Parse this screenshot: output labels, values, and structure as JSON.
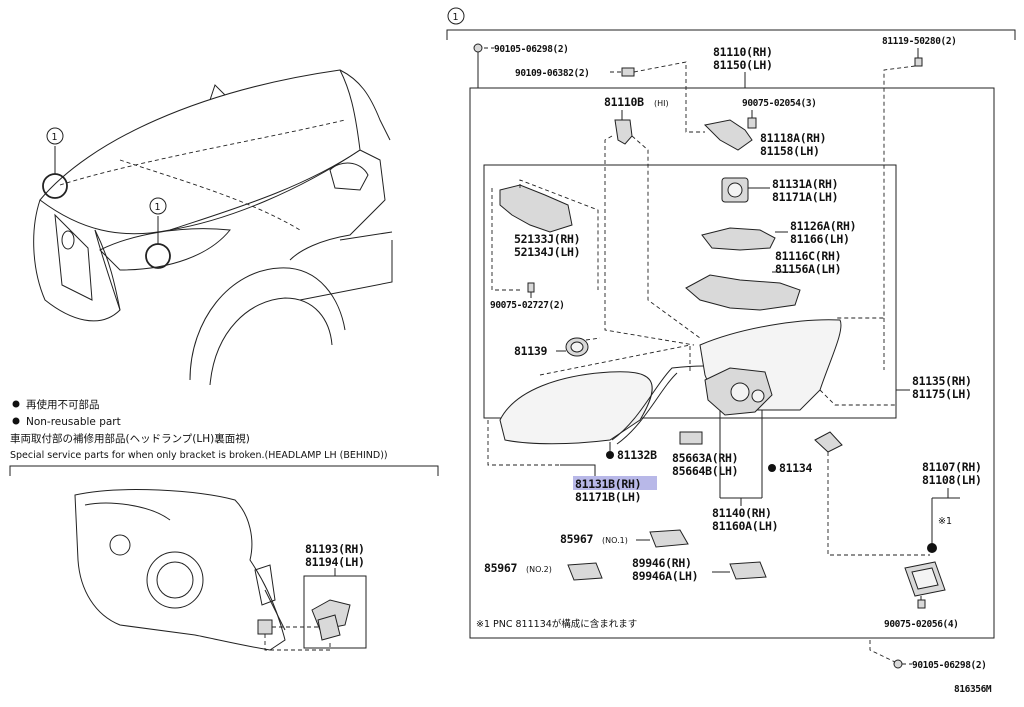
{
  "callout_marker": "1",
  "left_section": {
    "legend": {
      "non_reusable_ja": "再使用不可部品",
      "non_reusable_en": "Non-reusable part",
      "special_ja": "車両取付部の補修用部品(ヘッドランプ(LH)裏面視)",
      "special_en": "Special service parts for when only bracket is broken.(HEADLAMP LH (BEHIND))"
    },
    "bracket_parts": [
      "81193(RH)",
      "81194(LH)"
    ]
  },
  "right_section": {
    "parts": {
      "p90105_top": "90105-06298(2)",
      "p90109": "90109-06382(2)",
      "p81110_rh": "81110(RH)",
      "p81150_lh": "81150(LH)",
      "p81119": "81119-50280(2)",
      "p81110b": "81110B",
      "p81110b_note": "(HI)",
      "p90075_02054": "90075-02054(3)",
      "p81118a": "81118A(RH)",
      "p81158": "81158(LH)",
      "p81131a": "81131A(RH)",
      "p81171a": "81171A(LH)",
      "p52133j": "52133J(RH)",
      "p52134j": "52134J(LH)",
      "p81126a": "81126A(RH)",
      "p81166": "81166(LH)",
      "p81116c": "81116C(RH)",
      "p81156a": "81156A(LH)",
      "p90075_02727": "90075-02727(2)",
      "p81139": "81139",
      "p81135": "81135(RH)",
      "p81175": "81175(LH)",
      "p81132b": "81132B",
      "p85663a": "85663A(RH)",
      "p85664b": "85664B(LH)",
      "p81134": "81134",
      "p81131b": "81131B(RH)",
      "p81171b": "81171B(LH)",
      "p81107": "81107(RH)",
      "p81108": "81108(LH)",
      "p81140": "81140(RH)",
      "p81160a": "81160A(LH)",
      "mark1": "※1",
      "p85967_no1": "85967",
      "p85967_no1_note": "(NO.1)",
      "p85967_no2": "85967",
      "p85967_no2_note": "(NO.2)",
      "p89946": "89946(RH)",
      "p89946a": "89946A(LH)",
      "p90075_02056": "90075-02056(4)",
      "p90105_bottom": "90105-06298(2)"
    },
    "footnote": "※1 PNC 811134が構成に含まれます"
  },
  "figure_id": "816356M",
  "colors": {
    "highlight": "#b8b8e8",
    "line": "#222222"
  }
}
